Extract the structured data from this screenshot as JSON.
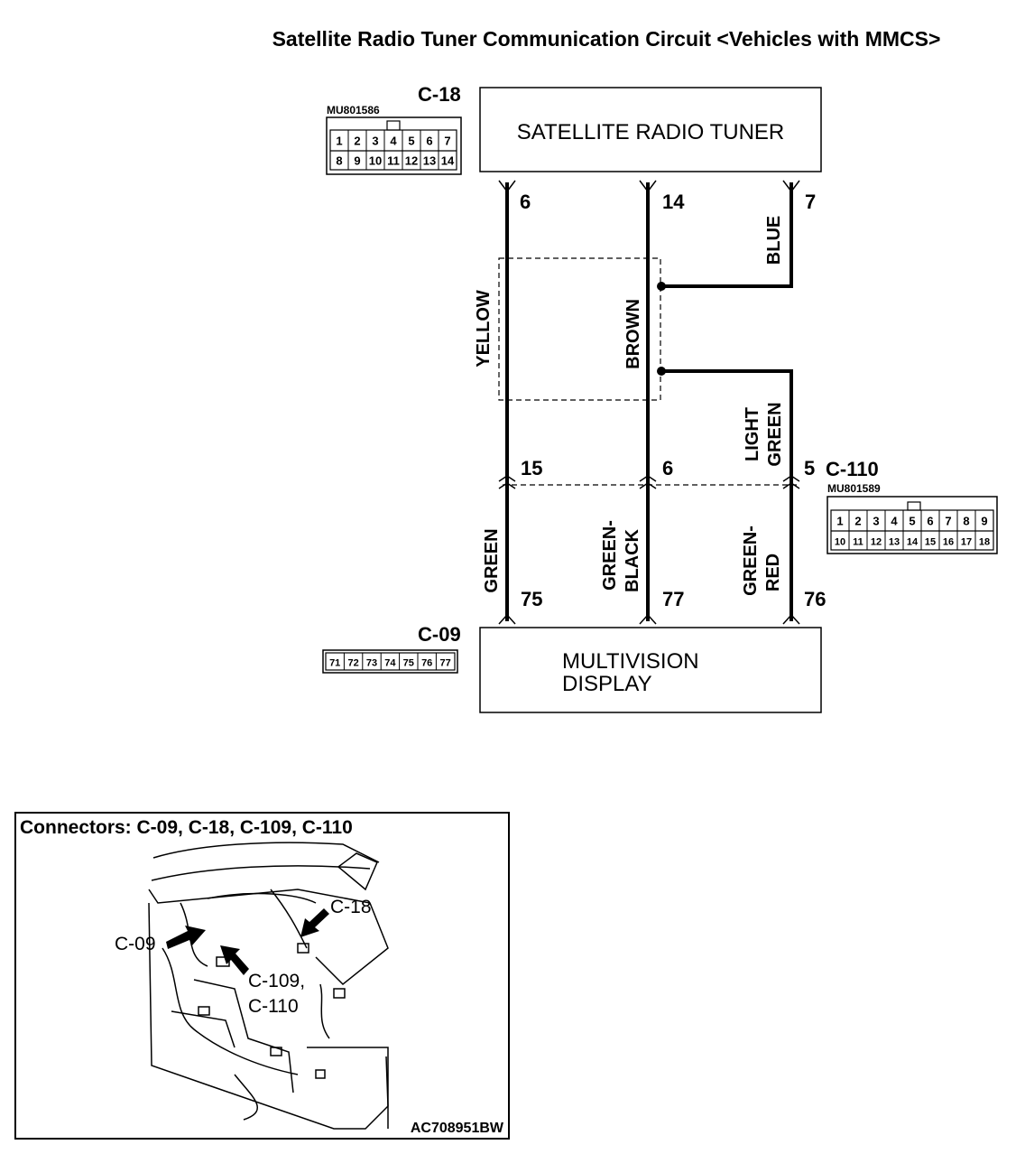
{
  "title": "Satellite Radio Tuner Communication Circuit <Vehicles with MMCS>",
  "components": {
    "tuner": {
      "label": "SATELLITE RADIO TUNER",
      "connector": "C-18",
      "part_no": "MU801586"
    },
    "display": {
      "label_line1": "MULTIVISION",
      "label_line2": "DISPLAY",
      "connector": "C-09"
    },
    "junction": {
      "connector": "C-110",
      "part_no": "MU801589"
    }
  },
  "c18_pins": {
    "row1": [
      "1",
      "2",
      "3",
      "4",
      "5",
      "6",
      "7"
    ],
    "row2": [
      "8",
      "9",
      "10",
      "11",
      "12",
      "13",
      "14"
    ]
  },
  "c110_pins": {
    "row1": [
      "1",
      "2",
      "3",
      "4",
      "5",
      "6",
      "7",
      "8",
      "9"
    ],
    "row2": [
      "10",
      "11",
      "12",
      "13",
      "14",
      "15",
      "16",
      "17",
      "18"
    ]
  },
  "c09_pins": [
    "71",
    "72",
    "73",
    "74",
    "75",
    "76",
    "77"
  ],
  "wires": {
    "left": {
      "top_pin": "6",
      "top_color": "YELLOW",
      "mid_pin": "15",
      "bottom_color": "GREEN",
      "bottom_pin": "75"
    },
    "middle": {
      "top_pin": "14",
      "top_color": "BROWN",
      "mid_pin": "6",
      "bottom_color_line1": "GREEN-",
      "bottom_color_line2": "BLACK",
      "bottom_pin": "77"
    },
    "right": {
      "top_pin": "7",
      "top_color": "BLUE",
      "mid_color_line1": "LIGHT",
      "mid_color_line2": "GREEN",
      "mid_pin": "5",
      "bottom_color_line1": "GREEN-",
      "bottom_color_line2": "RED",
      "bottom_pin": "76"
    }
  },
  "location": {
    "title": "Connectors: C-09, C-18, C-109, C-110",
    "label_c09": "C-09",
    "label_c18": "C-18",
    "label_c109": "C-109,",
    "label_c110": "C-110",
    "code": "AC708951BW"
  }
}
